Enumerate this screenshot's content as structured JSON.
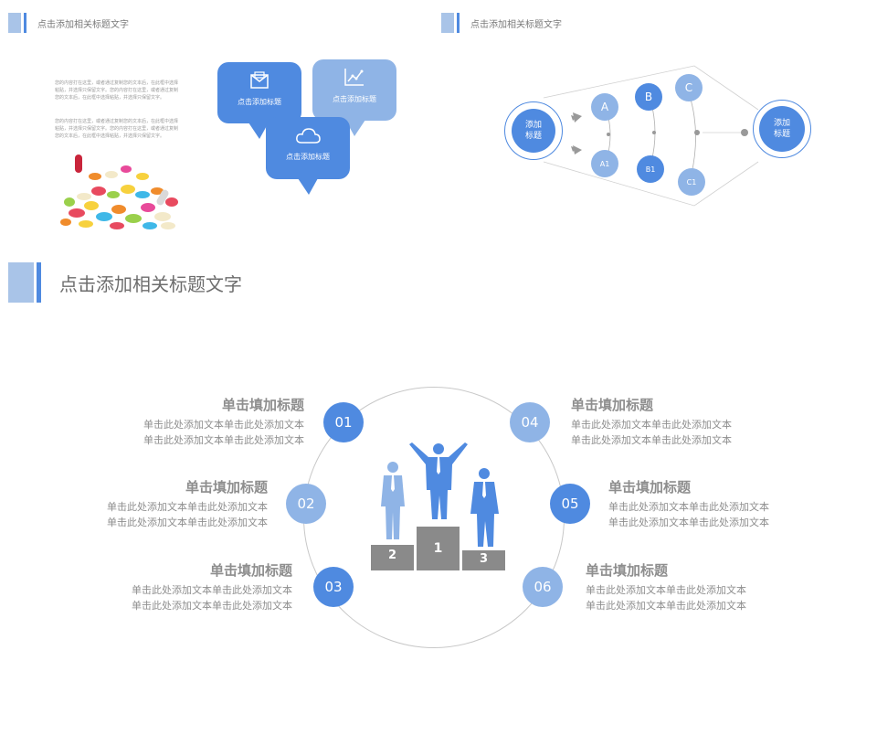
{
  "section_top_left": {
    "title": "点击添加相关标题文字"
  },
  "section_top_right": {
    "title": "点击添加相关标题文字"
  },
  "section_main": {
    "title": "点击添加相关标题文字"
  },
  "intro_paragraphs": [
    "您的内容打在这里，或者通过复制您的文本后，在此框中选择粘贴，并选择只保留文字。您的内容打在这里，或者通过复制您的文本后，在此框中选择粘贴，并选择只保留文字。",
    "您的内容打在这里，或者通过复制您的文本后，在此框中选择粘贴，并选择只保留文字。您的内容打在这里，或者通过复制您的文本后，在此框中选择粘贴，并选择只保留文字。"
  ],
  "bubbles": [
    {
      "label": "点击添加标题",
      "icon": "mail-icon",
      "color": "#4f8ae0"
    },
    {
      "label": "点击添加标题",
      "icon": "chart-icon",
      "color": "#8fb4e6"
    },
    {
      "label": "点击添加标题",
      "icon": "cloud-icon",
      "color": "#4f8ae0"
    }
  ],
  "flow": {
    "start": {
      "line1": "添加",
      "line2": "标题"
    },
    "end": {
      "line1": "添加",
      "line2": "标题"
    },
    "top_nodes": [
      "A",
      "B",
      "C"
    ],
    "bottom_nodes": [
      "A1",
      "B1",
      "C1"
    ]
  },
  "podium": {
    "places": [
      "2",
      "1",
      "3"
    ]
  },
  "items": [
    {
      "num": "01",
      "title": "单击填加标题",
      "desc1": "单击此处添加文本单击此处添加文本",
      "desc2": "单击此处添加文本单击此处添加文本",
      "color": "#4f8ae0"
    },
    {
      "num": "02",
      "title": "单击填加标题",
      "desc1": "单击此处添加文本单击此处添加文本",
      "desc2": "单击此处添加文本单击此处添加文本",
      "color": "#8fb4e6"
    },
    {
      "num": "03",
      "title": "单击填加标题",
      "desc1": "单击此处添加文本单击此处添加文本",
      "desc2": "单击此处添加文本单击此处添加文本",
      "color": "#4f8ae0"
    },
    {
      "num": "04",
      "title": "单击填加标题",
      "desc1": "单击此处添加文本单击此处添加文本",
      "desc2": "单击此处添加文本单击此处添加文本",
      "color": "#8fb4e6"
    },
    {
      "num": "05",
      "title": "单击填加标题",
      "desc1": "单击此处添加文本单击此处添加文本",
      "desc2": "单击此处添加文本单击此处添加文本",
      "color": "#4f8ae0"
    },
    {
      "num": "06",
      "title": "单击填加标题",
      "desc1": "单击此处添加文本单击此处添加文本",
      "desc2": "单击此处添加文本单击此处添加文本",
      "color": "#8fb4e6"
    }
  ]
}
